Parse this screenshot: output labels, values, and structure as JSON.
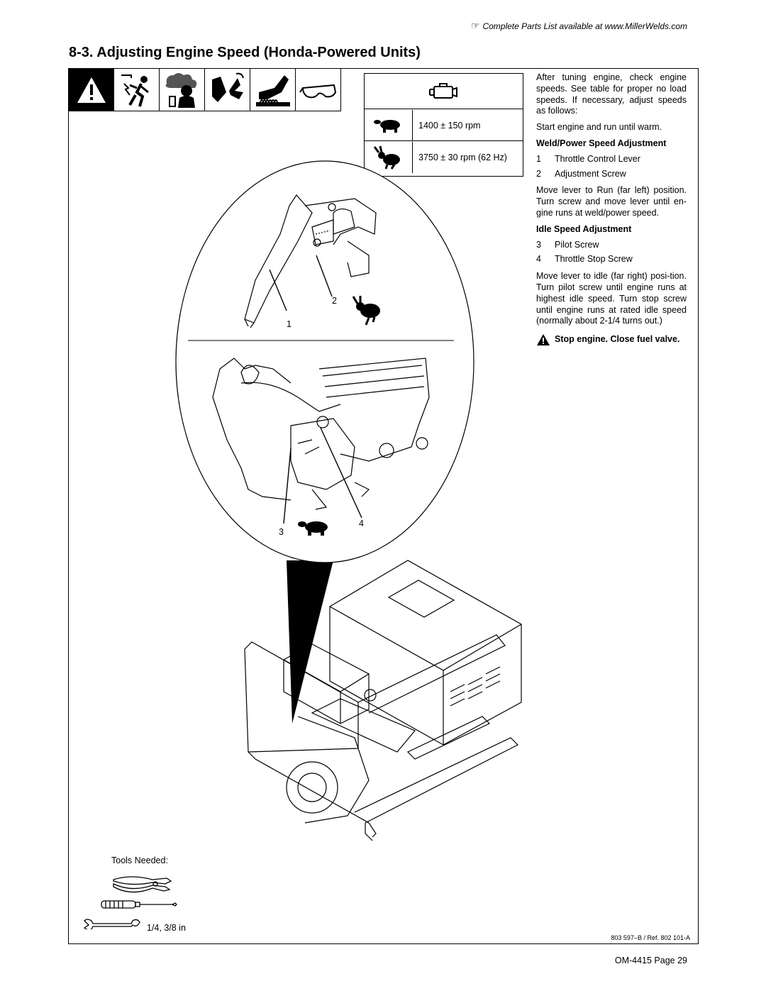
{
  "header": {
    "parts_note": "Complete Parts List available at www.MillerWelds.com",
    "parts_note_icon": "pointing-hand-icon",
    "section_title": "8-3.   Adjusting Engine Speed (Honda-Powered Units)"
  },
  "hazard_icons": [
    "warning-triangle-icon",
    "electric-shock-icon",
    "fumes-gases-icon",
    "moving-parts-icon",
    "hot-parts-icon",
    "safety-glasses-icon"
  ],
  "speed_table": {
    "header_icon": "engine-icon",
    "rows": [
      {
        "icon": "turtle-idle-icon",
        "value": "1400 ± 150 rpm"
      },
      {
        "icon": "rabbit-run-icon",
        "value": "3750 ± 30 rpm (62 Hz)"
      }
    ]
  },
  "instructions": {
    "intro": "After tuning engine, check engine speeds. See table for proper no load speeds. If necessary, adjust speeds as follows:",
    "start": "Start engine and run until warm.",
    "weld_heading": "Weld/Power Speed Adjustment",
    "weld_items": [
      {
        "num": "1",
        "label": "Throttle Control Lever"
      },
      {
        "num": "2",
        "label": "Adjustment Screw"
      }
    ],
    "weld_text": "Move lever to Run (far left) position. Turn screw and move lever until en-gine runs at weld/power speed.",
    "idle_heading": "Idle Speed Adjustment",
    "idle_items": [
      {
        "num": "3",
        "label": "Pilot Screw"
      },
      {
        "num": "4",
        "label": "Throttle Stop Screw"
      }
    ],
    "idle_text": "Move lever to idle (far right) posi-tion. Turn pilot screw until engine runs at highest idle speed. Turn stop screw until engine runs at rated idle speed (normally about 2-1/4 turns out.)",
    "warning": "Stop engine. Close fuel valve."
  },
  "callouts": {
    "c1": "1",
    "c2": "2",
    "c3": "3",
    "c4": "4"
  },
  "tools": {
    "label": "Tools Needed:",
    "items": [
      "pliers-icon",
      "screwdriver-icon",
      "wrench-icon"
    ],
    "wrench_size": "1/4, 3/8 in"
  },
  "footer": {
    "art_ref": "803 597–B / Ref. 802 101-A",
    "page": "OM-4415 Page 29"
  }
}
